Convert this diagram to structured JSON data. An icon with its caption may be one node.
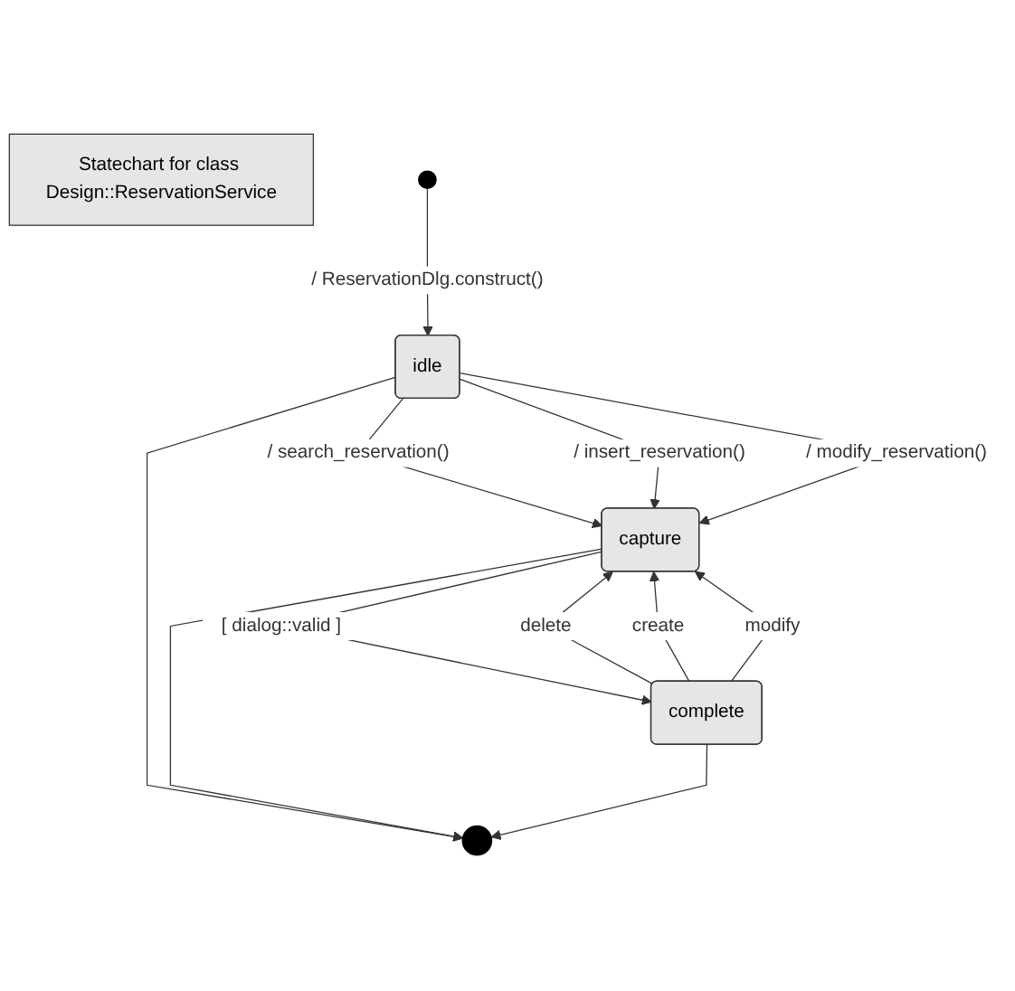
{
  "diagram": {
    "nodes": [
      {
        "text": [
          "Statechart for class Design::ReservationService"
        ]
      },
      {
        "text": [],
        "shape": "circle"
      },
      {
        "text": [
          "idle"
        ]
      },
      {
        "text": [
          "capture"
        ]
      },
      {
        "text": [],
        "shape": "circle"
      },
      {
        "text": [
          "complete"
        ]
      }
    ],
    "edges": [
      {
        "from": 1,
        "to": 2,
        "arrow": "to",
        "label": "/ ReservationDlg.construct()"
      },
      {
        "from": 2,
        "to": 3,
        "arrow": "to",
        "label": "/ search_reservation()"
      },
      {
        "from": 2,
        "to": 3,
        "arrow": "to",
        "label": "/ insert_reservation()"
      },
      {
        "from": 2,
        "to": 3,
        "arrow": "to",
        "label": "/ modify_reservation()"
      },
      {
        "from": 2,
        "to": 4,
        "arrow": "to"
      },
      {
        "from": 3,
        "to": 4,
        "arrow": "to"
      },
      {
        "from": 3,
        "to": 5,
        "arrow": "to",
        "label": "[ dialog::valid ]"
      },
      {
        "from": 5,
        "to": 3,
        "arrow": "to",
        "label": "delete"
      },
      {
        "from": 5,
        "to": 3,
        "arrow": "to",
        "label": "create"
      },
      {
        "from": 5,
        "to": 3,
        "arrow": "to",
        "label": "modify"
      },
      {
        "from": 5,
        "to": 4,
        "arrow": "to"
      }
    ]
  }
}
